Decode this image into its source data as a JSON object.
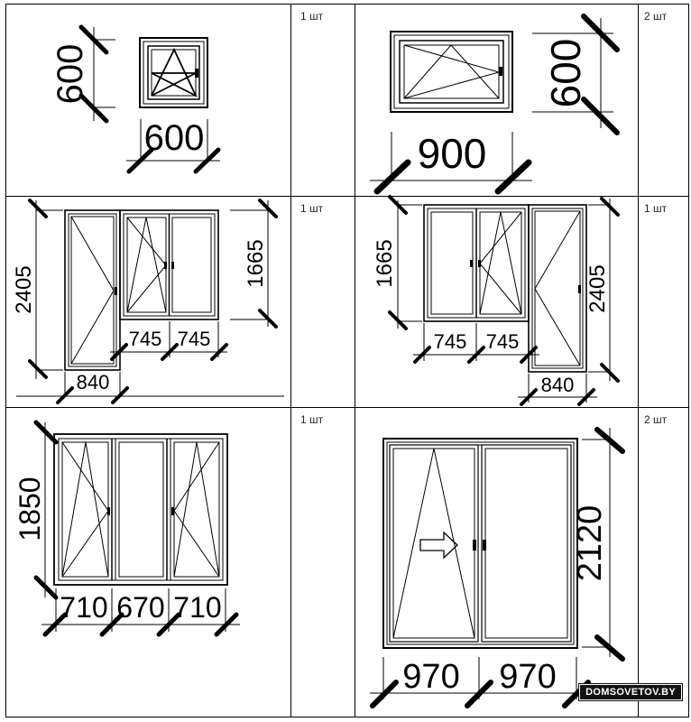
{
  "cells": [
    {
      "qty": "1 шт",
      "dims": [
        "600",
        "600"
      ]
    },
    {
      "qty": "2 шт",
      "dims": [
        "900",
        "600"
      ]
    },
    {
      "qty": "1 шт",
      "dims": [
        "2405",
        "1665",
        "745",
        "745",
        "840"
      ]
    },
    {
      "qty": "1 шт",
      "dims": [
        "1665",
        "2405",
        "745",
        "745",
        "840"
      ]
    },
    {
      "qty": "1 шт",
      "dims": [
        "1850",
        "710",
        "670",
        "710"
      ]
    },
    {
      "qty": "2 шт",
      "dims": [
        "2120",
        "970",
        "970"
      ]
    }
  ],
  "watermark": "DOMSOVETOV.BY"
}
